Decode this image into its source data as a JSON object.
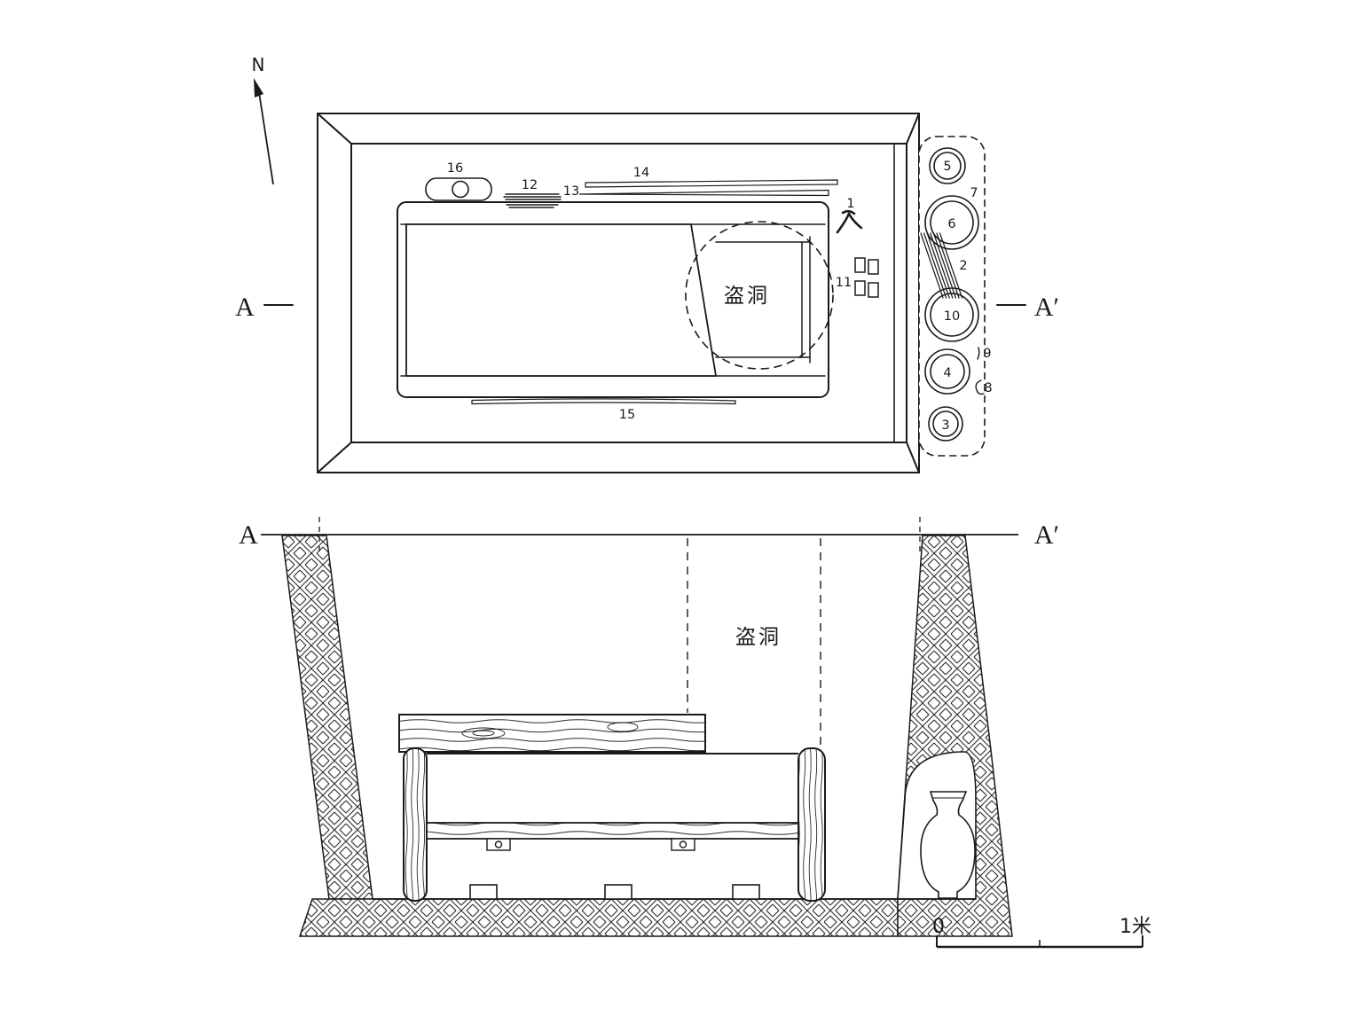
{
  "diagram": {
    "north_label": "N",
    "plan": {
      "marker_left": "A",
      "marker_right": "A′",
      "robber_hole_label": "盗洞",
      "artifact_numbers": {
        "n1": "1",
        "n2": "2",
        "n3": "3",
        "n4": "4",
        "n5": "5",
        "n6": "6",
        "n7": "7",
        "n8": "8",
        "n9": "9",
        "n10": "10",
        "n11": "11",
        "n12": "12",
        "n13": "13",
        "n14": "14",
        "n15": "15",
        "n16": "16"
      }
    },
    "section": {
      "marker_left": "A",
      "marker_right": "A′",
      "robber_hole_label": "盗洞"
    },
    "scale_bar": {
      "zero": "0",
      "one_meter": "1米"
    }
  }
}
